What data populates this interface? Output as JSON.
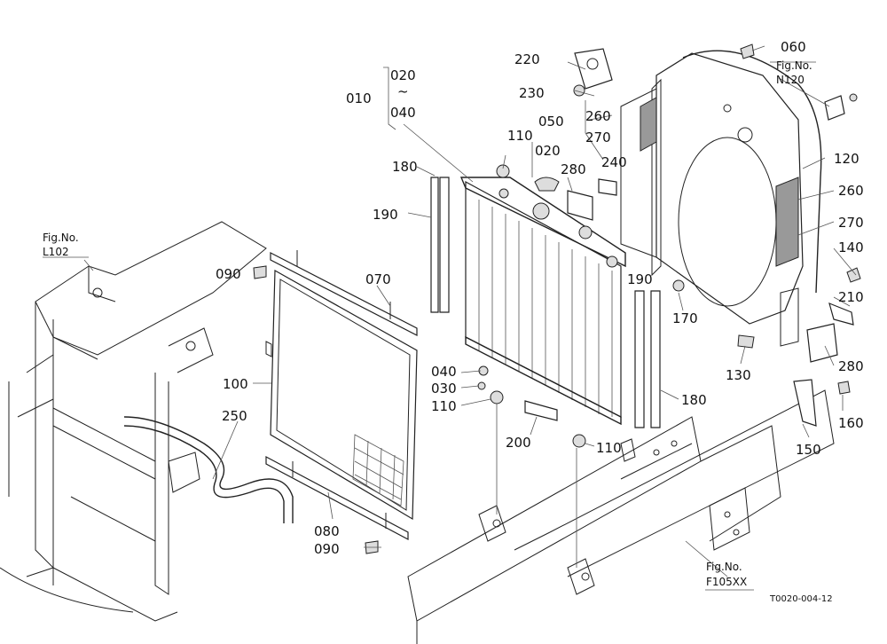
{
  "parts": {
    "p010": "010",
    "p020_range": "020",
    "tilde": "~",
    "p040_range": "040",
    "p060": "060",
    "p020": "020",
    "p030": "030",
    "p040": "040",
    "p050": "050",
    "p070": "070",
    "p080": "080",
    "p090a": "090",
    "p090b": "090",
    "p100": "100",
    "p110a": "110",
    "p110b": "110",
    "p110c": "110",
    "p120": "120",
    "p130": "130",
    "p140": "140",
    "p150": "150",
    "p160": "160",
    "p170": "170",
    "p180a": "180",
    "p180b": "180",
    "p190a": "190",
    "p190b": "190",
    "p200": "200",
    "p210": "210",
    "p220": "220",
    "p230": "230",
    "p240": "240",
    "p250": "250",
    "p260a": "260",
    "p260b": "260",
    "p270a": "270",
    "p270b": "270",
    "p280a": "280",
    "p280b": "280"
  },
  "refs": {
    "l102_label": "Fig.No.",
    "l102_code": "L102",
    "n120_label": "Fig.No.",
    "n120_code": "N120",
    "f105_label": "Fig.No.",
    "f105_code": "F105XX"
  },
  "drawing_code": "T0020-004-12"
}
